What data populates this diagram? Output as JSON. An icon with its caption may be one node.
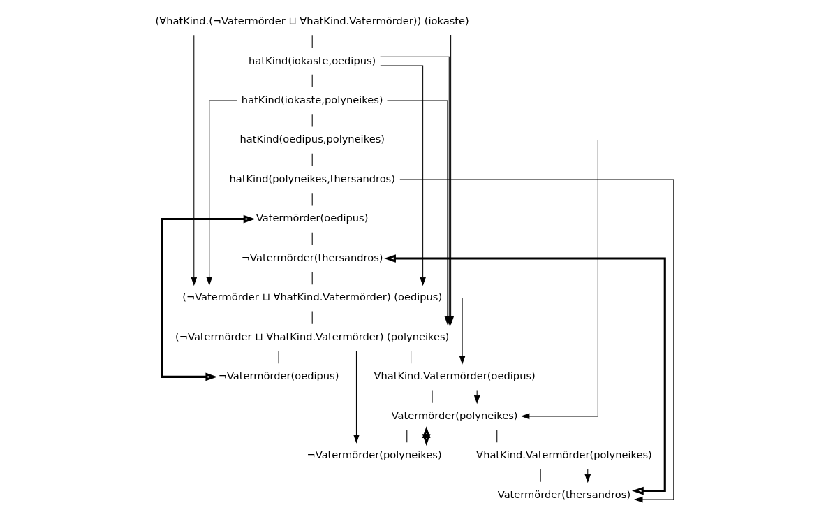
{
  "diagram": {
    "nodes": [
      {
        "text": [
          "(∀hatKind.(¬Vatermörder ⊔ ∀hatKind.Vatermörder)) (iokaste)"
        ]
      },
      {
        "text": [
          "hatKind(iokaste,oedipus)"
        ]
      },
      {
        "text": [
          "hatKind(iokaste,polyneikes)"
        ]
      },
      {
        "text": [
          "hatKind(oedipus,polyneikes)"
        ]
      },
      {
        "text": [
          "hatKind(polyneikes,thersandros)"
        ]
      },
      {
        "text": [
          "Vatermörder(oedipus)"
        ]
      },
      {
        "text": [
          "¬Vatermörder(thersandros)"
        ]
      },
      {
        "text": [
          "(¬Vatermörder ⊔ ∀hatKind.Vatermörder) (oedipus)"
        ]
      },
      {
        "text": [
          "(¬Vatermörder ⊔ ∀hatKind.Vatermörder) (polyneikes)"
        ]
      },
      {
        "text": [
          "¬Vatermörder(oedipus)"
        ]
      },
      {
        "text": [
          "∀hatKind.Vatermörder(oedipus)"
        ]
      },
      {
        "text": [
          "Vatermörder(polyneikes)"
        ]
      },
      {
        "text": [
          "¬Vatermörder(polyneikes)"
        ]
      },
      {
        "text": [
          "∀hatKind.Vatermörder(polyneikes)"
        ]
      },
      {
        "text": [
          "Vatermörder(thersandros)"
        ]
      }
    ],
    "edges": [
      {
        "from": 0,
        "to": 1,
        "arrow": "none"
      },
      {
        "from": 1,
        "to": 2,
        "arrow": "none"
      },
      {
        "from": 2,
        "to": 3,
        "arrow": "none"
      },
      {
        "from": 3,
        "to": 4,
        "arrow": "none"
      },
      {
        "from": 4,
        "to": 5,
        "arrow": "none"
      },
      {
        "from": 5,
        "to": 6,
        "arrow": "none"
      },
      {
        "from": 6,
        "to": 7,
        "arrow": "none"
      },
      {
        "from": 7,
        "to": 8,
        "arrow": "none"
      },
      {
        "from": 8,
        "to": 9,
        "arrow": "none"
      },
      {
        "from": 8,
        "to": 10,
        "arrow": "none"
      },
      {
        "from": 10,
        "to": 11,
        "arrow": "none"
      },
      {
        "from": 11,
        "to": 12,
        "arrow": "none"
      },
      {
        "from": 11,
        "to": 13,
        "arrow": "none"
      },
      {
        "from": 13,
        "to": 14,
        "arrow": "none"
      },
      {
        "from": 0,
        "to": 7,
        "arrow": "to"
      },
      {
        "from": 0,
        "to": 8,
        "arrow": "to"
      },
      {
        "from": 1,
        "to": 7,
        "arrow": "to"
      },
      {
        "from": 1,
        "to": 8,
        "arrow": "to"
      },
      {
        "from": 2,
        "to": 7,
        "arrow": "to"
      },
      {
        "from": 2,
        "to": 8,
        "arrow": "to"
      },
      {
        "from": 7,
        "to": 10,
        "arrow": "to"
      },
      {
        "from": 3,
        "to": 11,
        "arrow": "to"
      },
      {
        "from": 10,
        "to": 11,
        "arrow": "to"
      },
      {
        "from": 8,
        "to": 12,
        "arrow": "to"
      },
      {
        "from": 4,
        "to": 14,
        "arrow": "to"
      },
      {
        "from": 13,
        "to": 14,
        "arrow": "to"
      },
      {
        "from": 5,
        "to": 9,
        "arrow": "both",
        "style": "thick"
      },
      {
        "from": 11,
        "to": 12,
        "arrow": "both",
        "style": "thick"
      },
      {
        "from": 6,
        "to": 14,
        "arrow": "both",
        "style": "thick"
      }
    ]
  }
}
